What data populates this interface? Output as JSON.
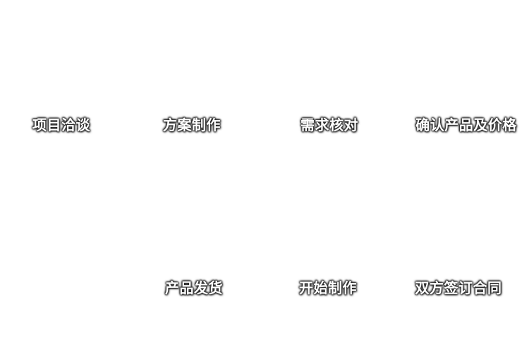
{
  "flow": {
    "steps": [
      {
        "label": "项目洽谈"
      },
      {
        "label": "方案制作"
      },
      {
        "label": "需求核对"
      },
      {
        "label": "确认产品及价格"
      },
      {
        "label": "双方签订合同"
      },
      {
        "label": "开始制作"
      },
      {
        "label": "产品发货"
      }
    ]
  }
}
